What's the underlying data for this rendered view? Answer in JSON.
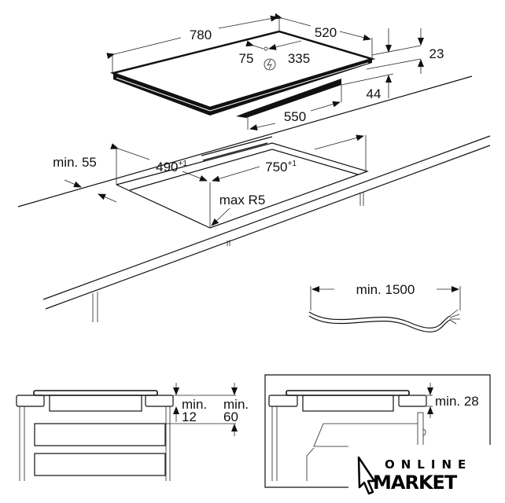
{
  "hob": {
    "width": "780",
    "depth": "520",
    "conn_left": "75",
    "conn_right": "335",
    "glass_thickness": "23",
    "body_height": "44",
    "body_width": "550"
  },
  "cutout": {
    "depth": "490",
    "depth_tol": "+1",
    "width": "750",
    "width_tol": "+1",
    "front_min": "min. 55",
    "radius": "max R5"
  },
  "cable": {
    "length": "min. 1500"
  },
  "section_drawers": {
    "min1_label": "min.",
    "min1_value": "12",
    "min2_label": "min.",
    "min2_value": "60"
  },
  "section_oven": {
    "min_label": "min. 28"
  },
  "logo": {
    "line1": "ONLINE",
    "line2": "MARKET"
  },
  "colors": {
    "ink": "#111111",
    "background": "#ffffff"
  }
}
